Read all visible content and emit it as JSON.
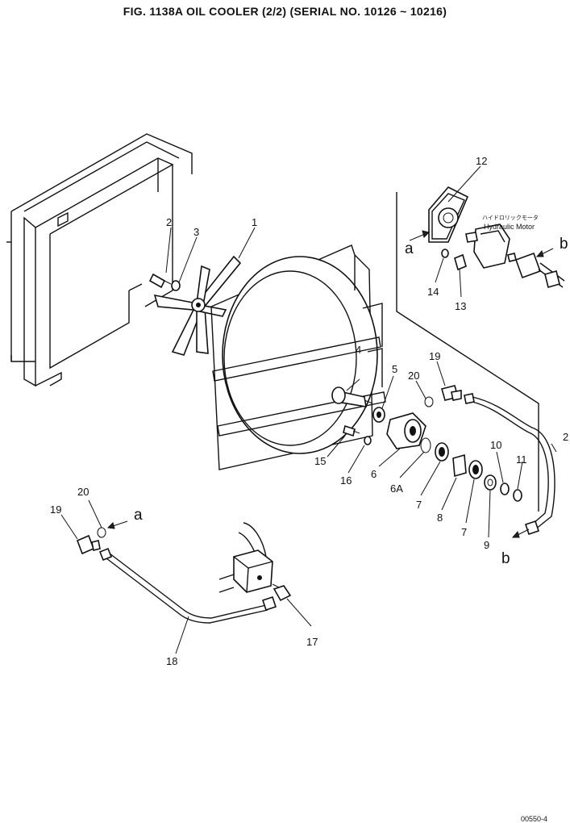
{
  "title": "FIG. 1138A  OIL COOLER (2/2) (SERIAL NO. 10126 ~ 10216)",
  "callouts": [
    {
      "id": "c1",
      "text": "1"
    },
    {
      "id": "c2",
      "text": "2"
    },
    {
      "id": "c3",
      "text": "3"
    },
    {
      "id": "c4",
      "text": "4"
    },
    {
      "id": "c5",
      "text": "5"
    },
    {
      "id": "c6",
      "text": "6"
    },
    {
      "id": "c6a",
      "text": "6A"
    },
    {
      "id": "c7a",
      "text": "7"
    },
    {
      "id": "c7b",
      "text": "7"
    },
    {
      "id": "c8",
      "text": "8"
    },
    {
      "id": "c9",
      "text": "9"
    },
    {
      "id": "c10",
      "text": "10"
    },
    {
      "id": "c11",
      "text": "11"
    },
    {
      "id": "c12",
      "text": "12"
    },
    {
      "id": "c13",
      "text": "13"
    },
    {
      "id": "c14",
      "text": "14"
    },
    {
      "id": "c15",
      "text": "15"
    },
    {
      "id": "c16",
      "text": "16"
    },
    {
      "id": "c17",
      "text": "17"
    },
    {
      "id": "c18",
      "text": "18"
    },
    {
      "id": "c19a",
      "text": "19"
    },
    {
      "id": "c19b",
      "text": "19"
    },
    {
      "id": "c20a",
      "text": "20"
    },
    {
      "id": "c20b",
      "text": "20"
    },
    {
      "id": "c21",
      "text": "2"
    }
  ],
  "connectors": {
    "a_top": "a",
    "b_top": "b",
    "b_bottom": "b",
    "a_left": "a"
  },
  "motor_label_jp": "ハイドロリックモータ",
  "motor_label_en": "Hydraulic Motor",
  "corner_code": "00550-4"
}
